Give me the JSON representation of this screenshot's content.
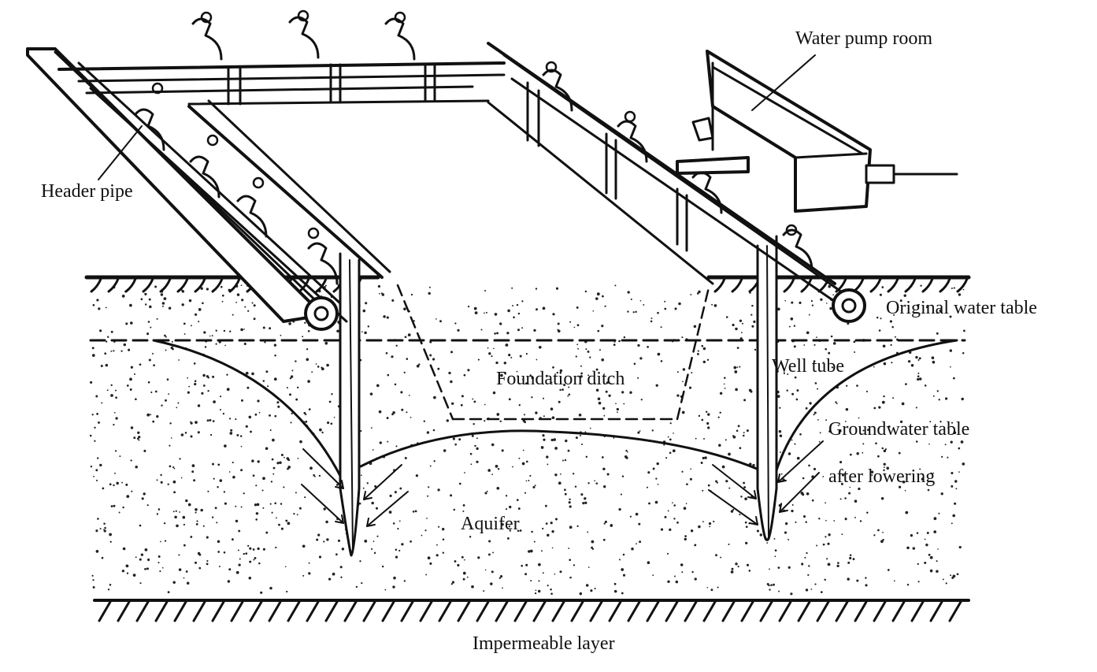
{
  "labels": {
    "water_pump_room": "Water pump room",
    "header_pipe": "Header pipe",
    "original_water_table": "Original water table",
    "foundation_ditch": "Foundation ditch",
    "well_tube": "Well tube",
    "groundwater_line1": "Groundwater table",
    "groundwater_line2": "after lowering",
    "aquifer": "Aquifer",
    "impermeable_layer": "Impermeable layer"
  },
  "colors": {
    "ink": "#111111",
    "background": "#ffffff"
  }
}
